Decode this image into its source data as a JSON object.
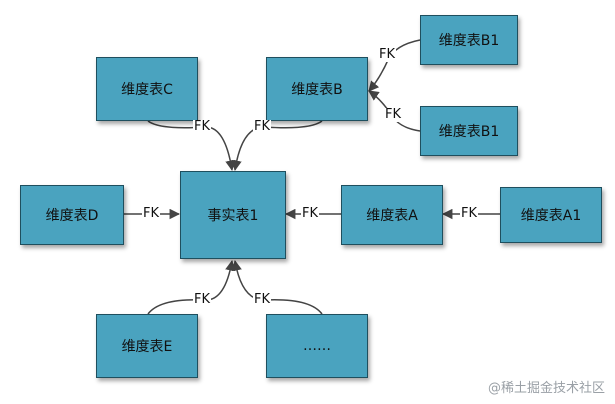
{
  "colors": {
    "box_fill": "#4aa3bf",
    "box_border": "#1f4f5e",
    "line": "#444444"
  },
  "boxes": {
    "fact": "事实表1",
    "a": "维度表A",
    "a1": "维度表A1",
    "b": "维度表B",
    "b1_top": "维度表B1",
    "b1_bottom": "维度表B1",
    "c": "维度表C",
    "d": "维度表D",
    "e": "维度表E",
    "more": "……"
  },
  "fk_label": "FK",
  "watermark": "@稀土掘金技术社区"
}
